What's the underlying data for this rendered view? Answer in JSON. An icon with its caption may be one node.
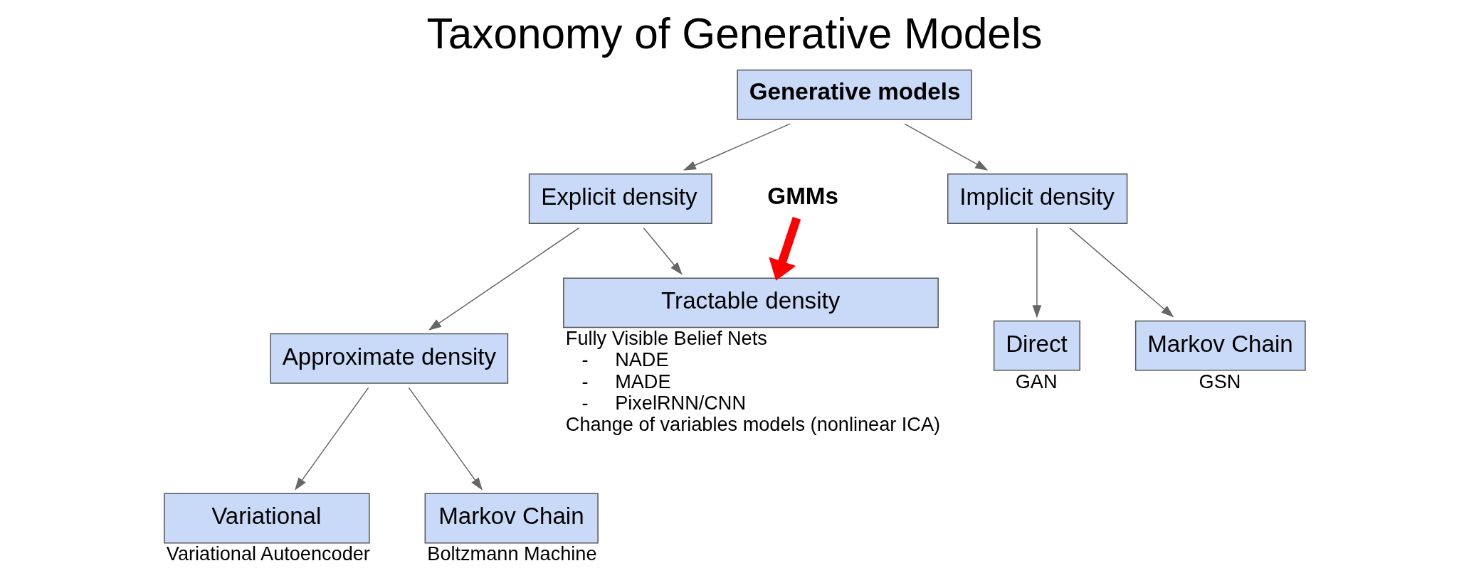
{
  "diagram": {
    "title": "Taxonomy of Generative Models",
    "nodes": [
      {
        "text": [
          "Generative models"
        ]
      },
      {
        "text": [
          "Explicit density"
        ]
      },
      {
        "text": [
          "Implicit density"
        ]
      },
      {
        "text": [
          "Direct"
        ],
        "beside": [
          "GAN"
        ]
      },
      {
        "text": [
          "Markov Chain"
        ],
        "beside": [
          "GSN"
        ]
      },
      {
        "text": [
          "Tractable density"
        ],
        "beside": [
          "Fully Visible Belief Nets",
          "-",
          "NADE",
          "-",
          "MADE",
          "-",
          "PixelRNN/CNN",
          "Change of variables models (nonlinear ICA)"
        ]
      },
      {
        "text": [
          "Approximate density"
        ]
      },
      {
        "text": [
          "Variational"
        ],
        "beside": [
          "Variational Autoencoder"
        ]
      },
      {
        "text": [
          "Markov Chain"
        ],
        "beside": [
          "Boltzmann Machine"
        ]
      },
      {
        "text": [
          "GMMs"
        ]
      }
    ],
    "edges": [
      {
        "from": 0,
        "to": 1,
        "arrow": "to"
      },
      {
        "from": 0,
        "to": 2,
        "arrow": "to"
      },
      {
        "from": 2,
        "to": 3,
        "arrow": "to"
      },
      {
        "from": 2,
        "to": 4,
        "arrow": "to"
      },
      {
        "from": 1,
        "to": 5,
        "arrow": "to"
      },
      {
        "from": 1,
        "to": 6,
        "arrow": "to"
      },
      {
        "from": 6,
        "to": 7,
        "arrow": "to"
      },
      {
        "from": 6,
        "to": 8,
        "arrow": "to"
      },
      {
        "from": 9,
        "to": 5,
        "arrow": "to",
        "style": "thick",
        "color": "#ff0000"
      }
    ]
  }
}
